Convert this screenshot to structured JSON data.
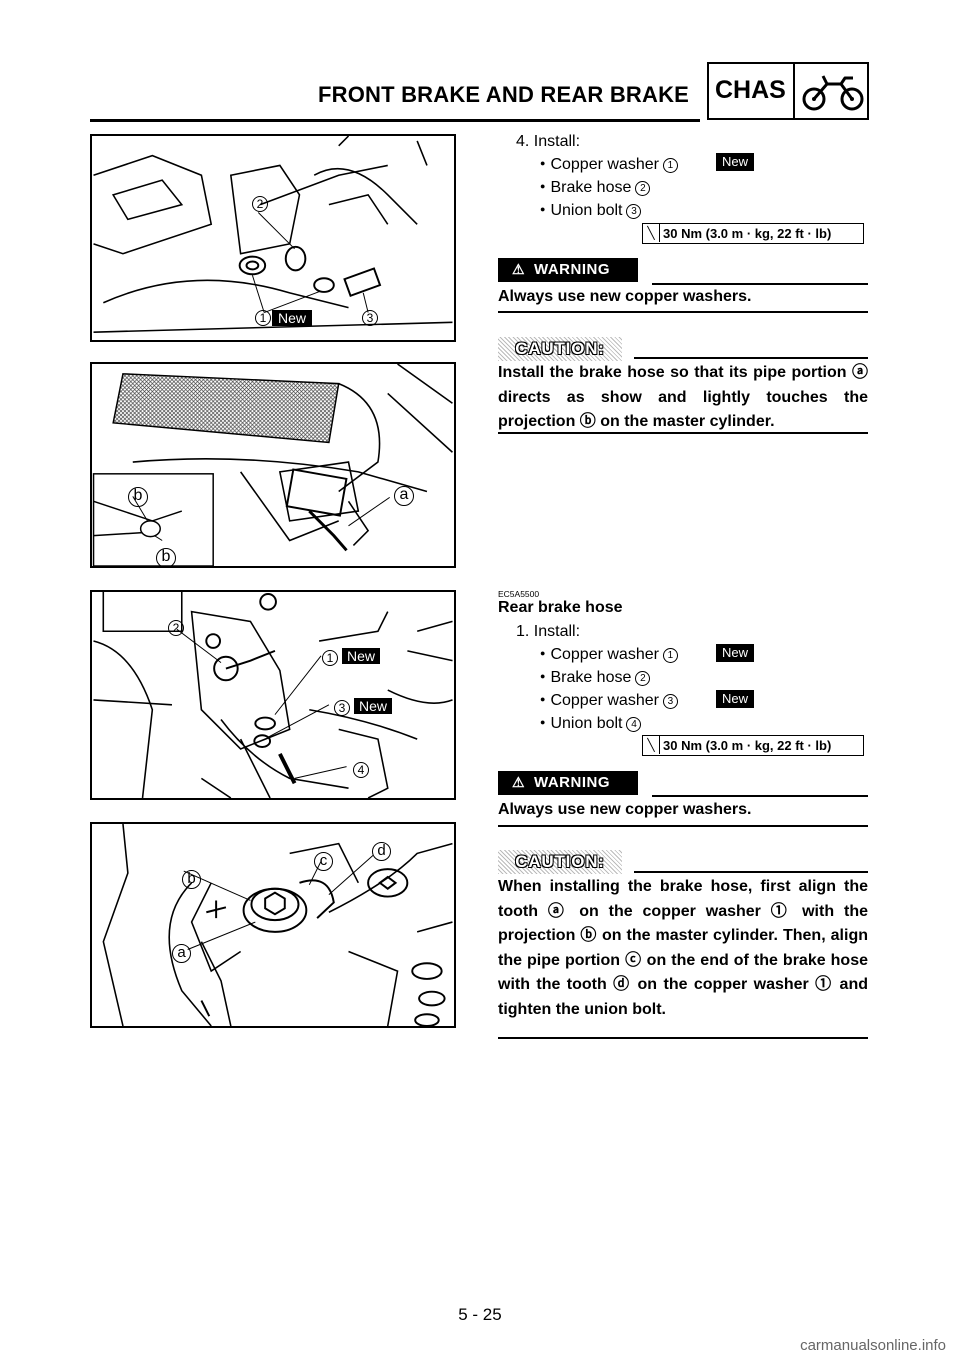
{
  "header": {
    "title": "FRONT BRAKE AND REAR BRAKE",
    "section_code": "CHAS"
  },
  "front": {
    "step": "4. Install:",
    "items": [
      {
        "label": "Copper washer",
        "num": "1"
      },
      {
        "label": "Brake hose",
        "num": "2"
      },
      {
        "label": "Union bolt",
        "num": "3"
      }
    ],
    "new_badge": "New",
    "torque": "30 Nm (3.0 m · kg, 22 ft · lb)",
    "warning_label": "WARNING",
    "warning_text": "Always use new copper washers.",
    "caution_label": "CAUTION:",
    "caution_text": "Install the brake hose so that its pipe portion ⓐ directs as show and lightly touches the projection ⓑ on the master cylinder."
  },
  "rear": {
    "code": "EC5A5500",
    "title": "Rear brake hose",
    "step": "1. Install:",
    "items": [
      {
        "label": "Copper washer",
        "num": "1"
      },
      {
        "label": "Brake hose",
        "num": "2"
      },
      {
        "label": "Copper washer",
        "num": "3"
      },
      {
        "label": "Union bolt",
        "num": "4"
      }
    ],
    "new_badge": "New",
    "torque": "30 Nm (3.0 m · kg, 22 ft · lb)",
    "warning_label": "WARNING",
    "warning_text": "Always use new copper washers.",
    "caution_label": "CAUTION:",
    "caution_text": "When installing the brake hose, first align the tooth ⓐ on the copper washer ① with the projection ⓑ on the master cylinder. Then, align the pipe portion ⓒ on the end of the brake hose with the tooth ⓓ on the copper washer ① and tighten the union bolt."
  },
  "figures": {
    "fig1_labels": [
      "1",
      "2",
      "3"
    ],
    "fig1_badge": "New",
    "fig2_labels": [
      "a",
      "b",
      "b"
    ],
    "fig3_labels": [
      "1",
      "2",
      "3",
      "4"
    ],
    "fig3_badges": [
      "New",
      "New"
    ],
    "fig4_labels": [
      "a",
      "b",
      "c",
      "d"
    ]
  },
  "footer": {
    "page": "5 - 25",
    "watermark": "carmanualsonline.info"
  }
}
